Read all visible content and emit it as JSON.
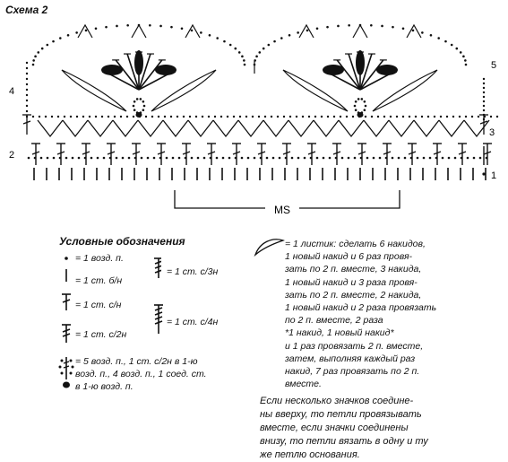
{
  "title": "Схема 2",
  "row_numbers": {
    "r1": "1",
    "r2": "2",
    "r3": "3",
    "r4": "4",
    "r5": "5"
  },
  "repeat_label": "MS",
  "legend": {
    "heading": "Условные обозначения",
    "chain": "= 1 возд. п.",
    "sc": "= 1 ст. б/н",
    "dc": "= 1 ст. с/н",
    "tr": "= 1 ст. с/2н",
    "dtr": "= 1 ст. с/3н",
    "trtr": "= 1 ст. с/4н",
    "picot": [
      "= 5 возд. п., 1 ст. с/2н в 1-ю",
      "возд. п., 4 возд. п., 1 соед. ст.",
      "в 1-ю возд. п."
    ],
    "leaf": [
      "= 1 листик: сделать 6 накидов,",
      "1 новый накид и 6 раз провя-",
      "зать по 2 п. вместе, 3 накида,",
      "1 новый накид и 3 раза провя-",
      "зать по 2 п. вместе, 2 накида,",
      "1 новый накид и 2 раза провязать",
      "по 2 п. вместе, 2 раза",
      "*1 накид, 1 новый накид*",
      "и 1 раз провязать 2 п. вместе,",
      "затем, выполняя каждый раз",
      "накид, 7 раз провязать по 2 п.",
      "вместе."
    ]
  },
  "note": [
    "Если несколько значков соедине-",
    "ны вверху, то петли провязывать",
    "вместе, если значки соединены",
    "внизу, то петли вязать в одну и ту",
    "же петлю основания."
  ]
}
